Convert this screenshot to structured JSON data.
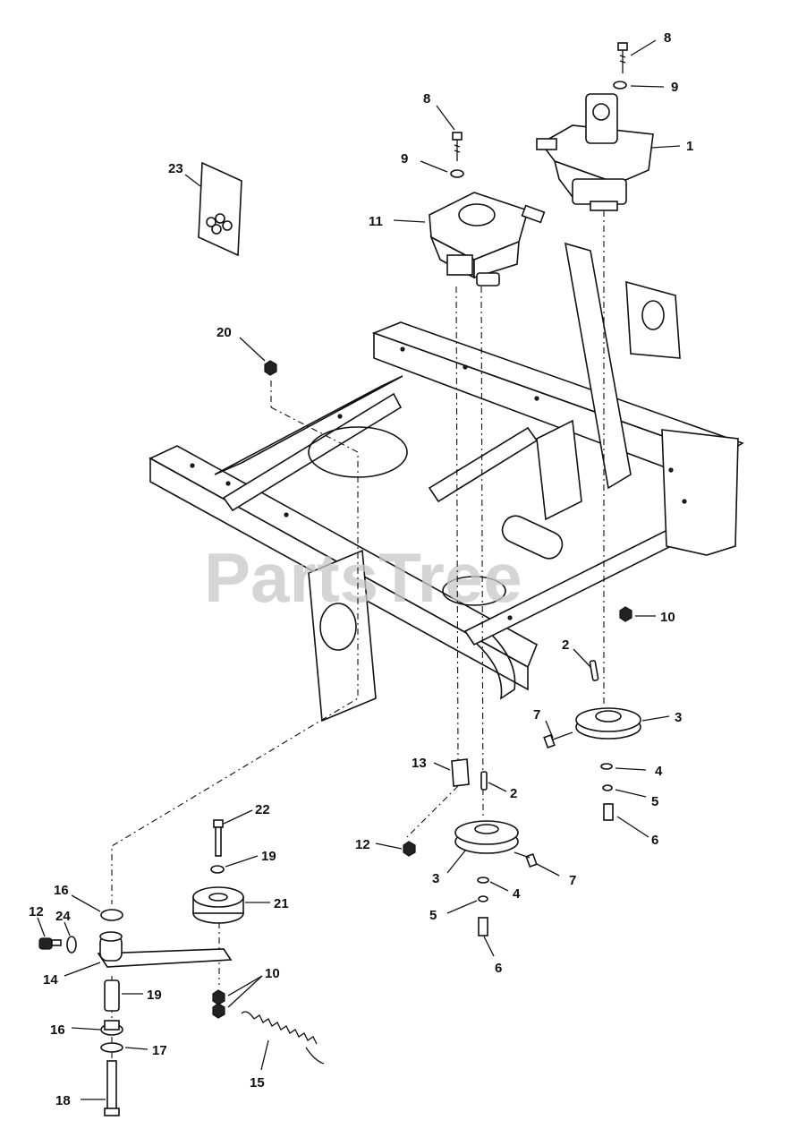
{
  "watermark": "PartsTree",
  "callouts": {
    "c1": "1",
    "c2a": "2",
    "c2b": "2",
    "c3a": "3",
    "c3b": "3",
    "c4a": "4",
    "c4b": "4",
    "c5a": "5",
    "c5b": "5",
    "c6a": "6",
    "c6b": "6",
    "c7a": "7",
    "c7b": "7",
    "c8a": "8",
    "c8b": "8",
    "c9a": "9",
    "c9b": "9",
    "c10a": "10",
    "c10b": "10",
    "c11": "11",
    "c12a": "12",
    "c12b": "12",
    "c13": "13",
    "c14": "14",
    "c15": "15",
    "c16a": "16",
    "c16b": "16",
    "c17": "17",
    "c18": "18",
    "c19a": "19",
    "c19b": "19",
    "c20": "20",
    "c21": "21",
    "c22": "22",
    "c23": "23",
    "c24": "24"
  }
}
